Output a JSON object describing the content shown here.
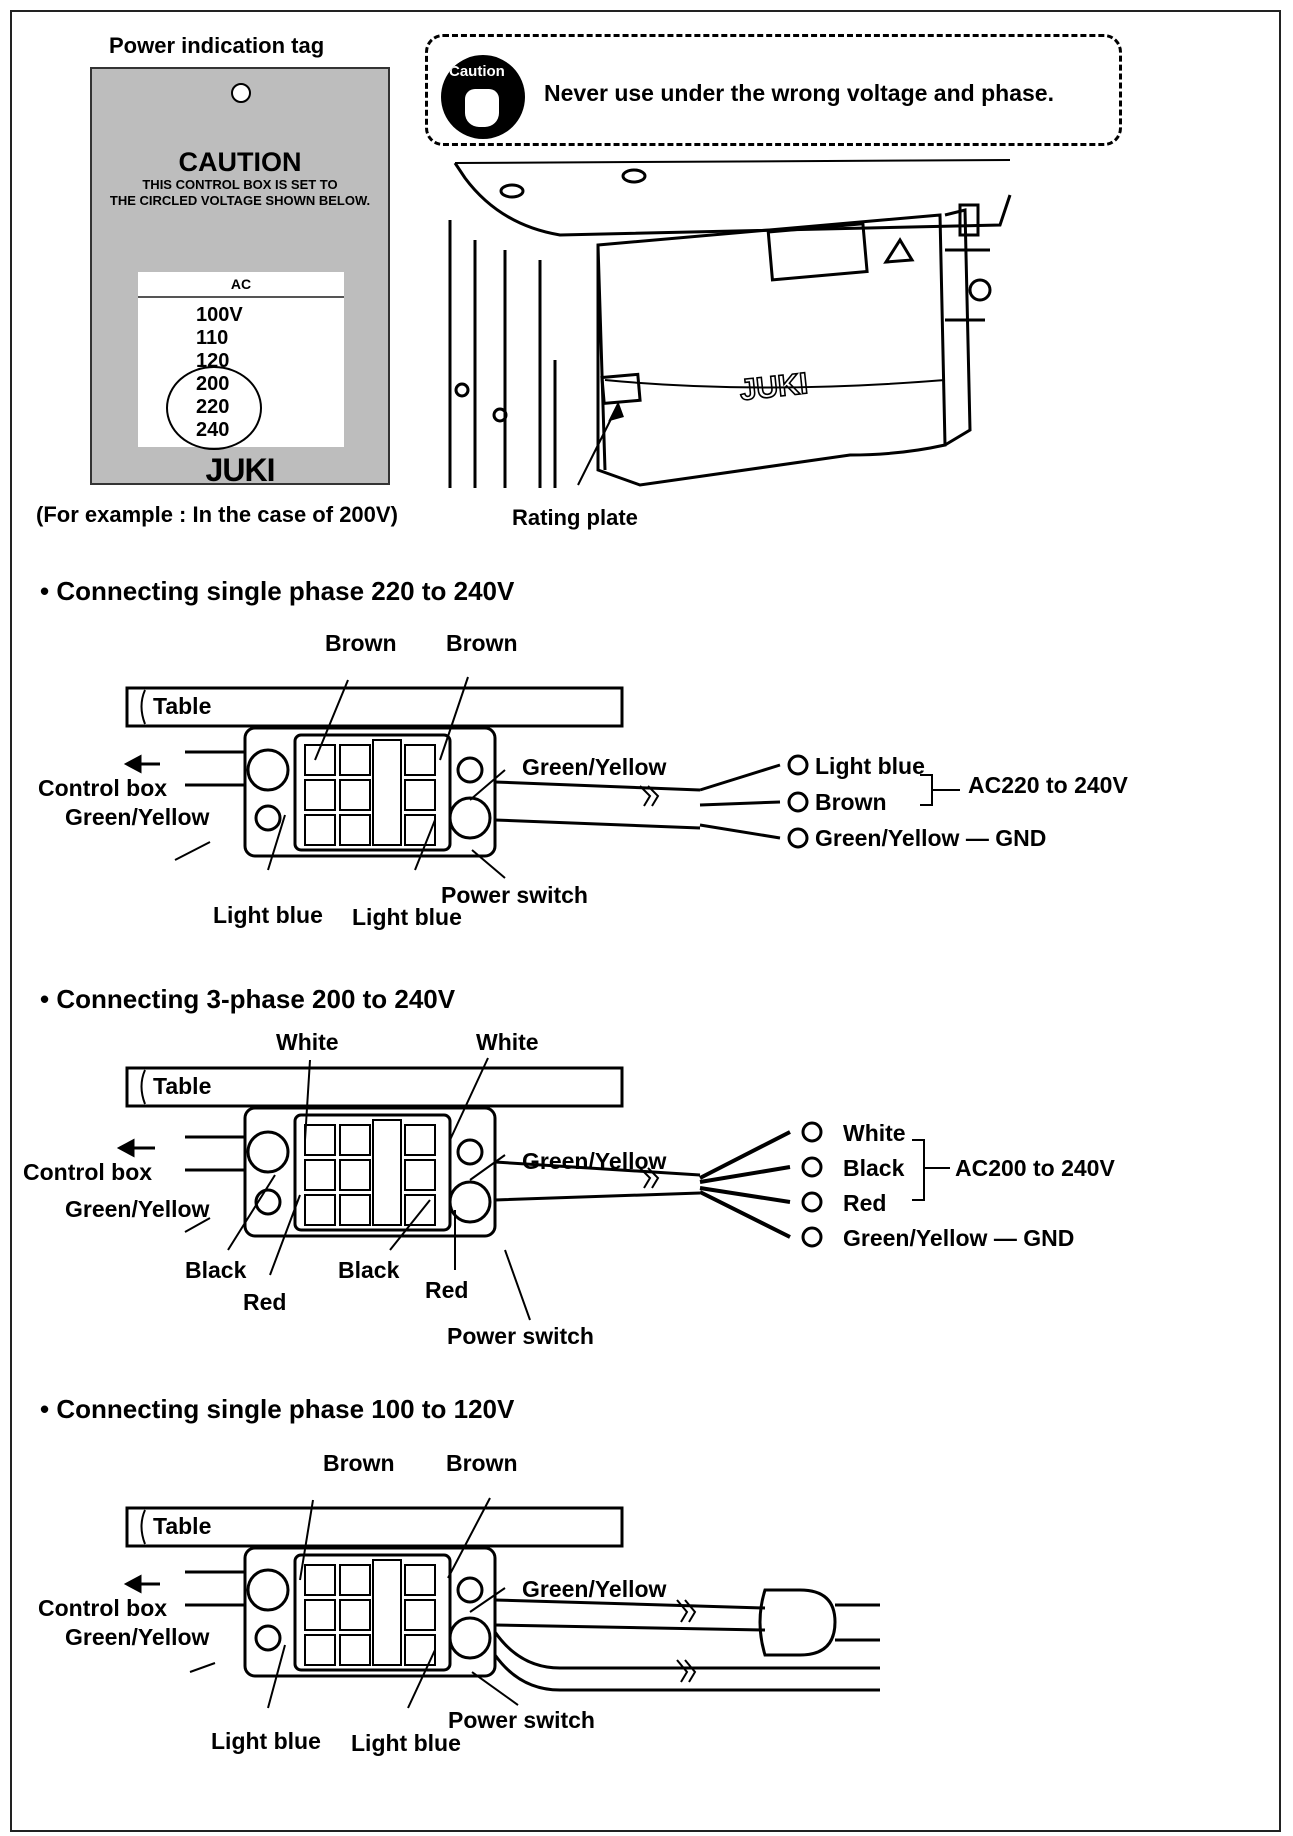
{
  "tag": {
    "title": "Power indication tag",
    "caution": "CAUTION",
    "line1": "THIS  CONTROL  BOX  IS  SET  TO",
    "line2": "THE CIRCLED VOLTAGE SHOWN BELOW.",
    "ac": "AC",
    "voltages": [
      "100V",
      "110",
      "120",
      "200",
      "220",
      "240"
    ],
    "logo": "JUKI",
    "example": "(For example : In the case of 200V)"
  },
  "caution": {
    "icon_label": "Caution",
    "text": "Never use under the wrong voltage and phase."
  },
  "machine": {
    "logo": "JUKI",
    "rating_plate": "Rating plate"
  },
  "sections": [
    {
      "title": "• Connecting single phase 220 to 240V",
      "table": "Table",
      "top_left": "Brown",
      "top_right": "Brown",
      "control_box": "Control box",
      "gy_left": "Green/Yellow",
      "gy_right": "Green/Yellow",
      "bottom_left": "Light blue",
      "bottom_right": "Light blue",
      "power_switch": "Power switch",
      "wires": [
        "Light blue",
        "Brown"
      ],
      "gnd": "Green/Yellow — GND",
      "supply": "AC220 to 240V"
    },
    {
      "title": "• Connecting 3-phase 200 to 240V",
      "table": "Table",
      "top_left": "White",
      "top_right": "White",
      "control_box": "Control box",
      "gy_left": "Green/Yellow",
      "gy_right": "Green/Yellow",
      "black_left": "Black",
      "red_left": "Red",
      "black_right": "Black",
      "red_right": "Red",
      "power_switch": "Power switch",
      "wires": [
        "White",
        "Black",
        "Red"
      ],
      "gnd": "Green/Yellow — GND",
      "supply": "AC200 to 240V"
    },
    {
      "title": "• Connecting single phase 100 to 120V",
      "table": "Table",
      "top_left": "Brown",
      "top_right": "Brown",
      "control_box": "Control box",
      "gy_left": "Green/Yellow",
      "gy_right": "Green/Yellow",
      "bottom_left": "Light blue",
      "bottom_right": "Light blue",
      "power_switch": "Power switch"
    }
  ]
}
